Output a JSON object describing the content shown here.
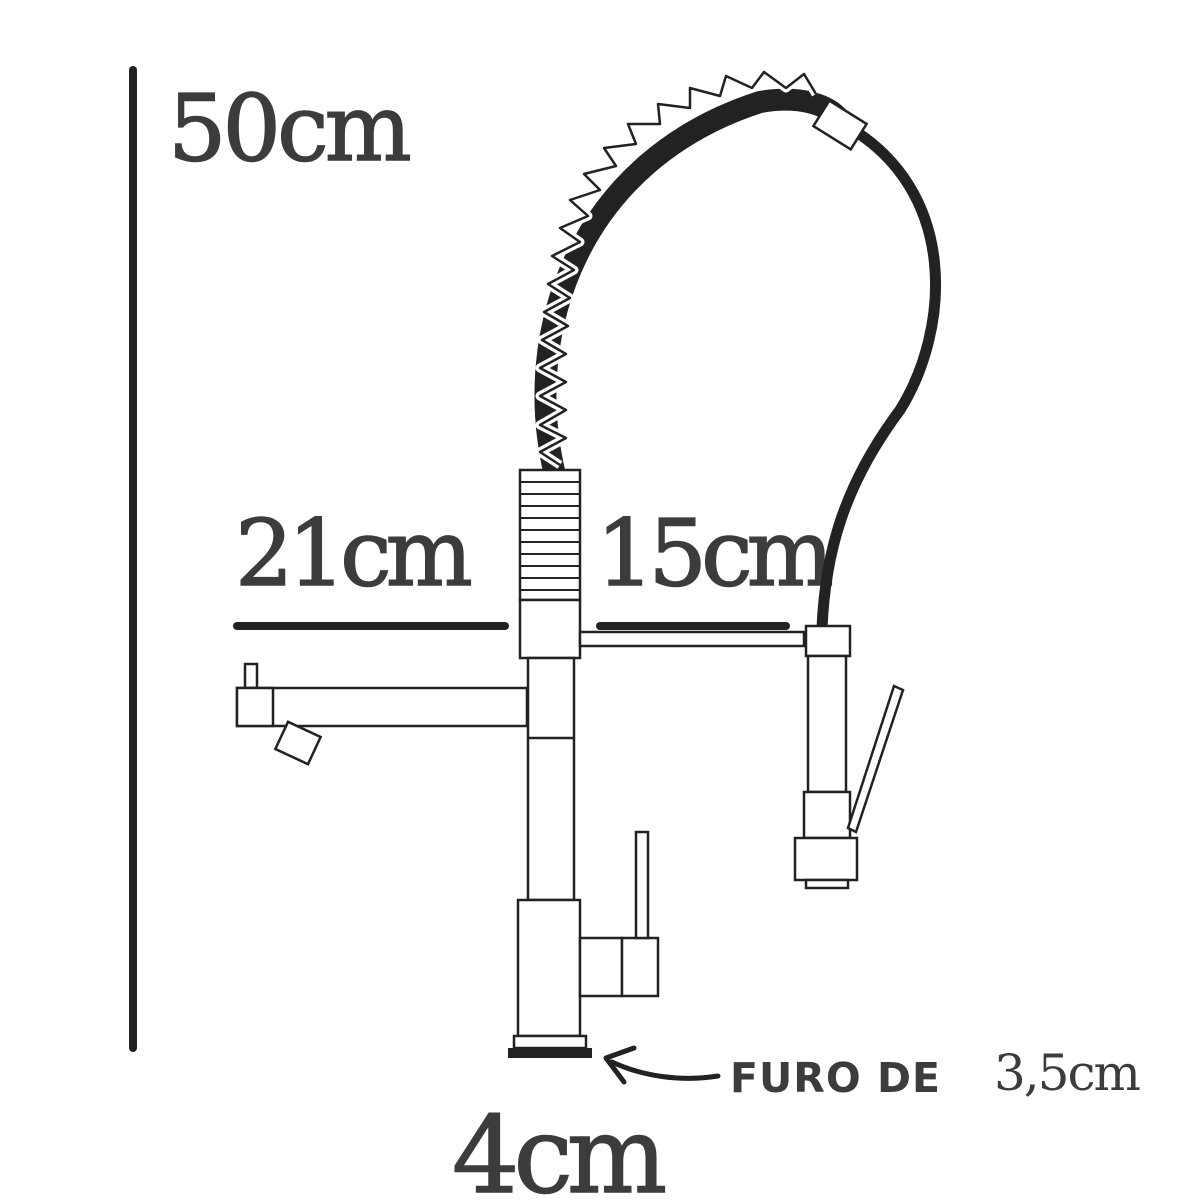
{
  "dimensions": {
    "height": "50cm",
    "reach_left": "21cm",
    "reach_right": "15cm",
    "base": "4cm"
  },
  "hole": {
    "label": "FURO DE",
    "value": "3,5cm"
  },
  "colors": {
    "ink": "#222222",
    "text": "#3c3c3c",
    "background": "#ffffff"
  }
}
